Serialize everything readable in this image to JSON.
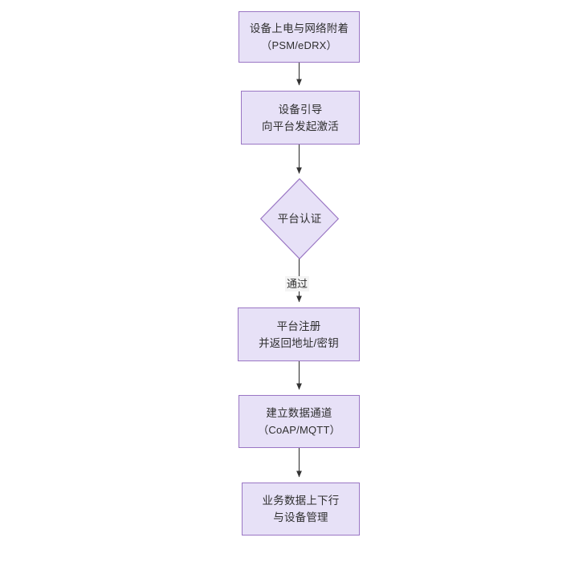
{
  "diagram": {
    "type": "flowchart",
    "orientation": "top-to-bottom",
    "background": "#ffffff",
    "node_fill": "#e7e1f7",
    "node_stroke": "#9a76c4",
    "text_color": "#2f2f2f",
    "edge_color": "#333333",
    "nodes": [
      {
        "id": "n1",
        "shape": "rectangle",
        "line1": "设备上电与网络附着",
        "line2": "（PSM/eDRX）"
      },
      {
        "id": "n2",
        "shape": "rectangle",
        "line1": "设备引导",
        "line2": "向平台发起激活"
      },
      {
        "id": "n3",
        "shape": "diamond",
        "line1": "平台认证",
        "line2": ""
      },
      {
        "id": "n4",
        "shape": "rectangle",
        "line1": "平台注册",
        "line2": "并返回地址/密钥"
      },
      {
        "id": "n5",
        "shape": "rectangle",
        "line1": "建立数据通道",
        "line2": "（CoAP/MQTT）"
      },
      {
        "id": "n6",
        "shape": "rectangle",
        "line1": "业务数据上下行",
        "line2": "与设备管理"
      }
    ],
    "edges": [
      {
        "id": "e1",
        "from": "n1",
        "to": "n2",
        "label": ""
      },
      {
        "id": "e2",
        "from": "n2",
        "to": "n3",
        "label": ""
      },
      {
        "id": "e3",
        "from": "n3",
        "to": "n4",
        "label": "通过"
      },
      {
        "id": "e4",
        "from": "n4",
        "to": "n5",
        "label": ""
      },
      {
        "id": "e5",
        "from": "n5",
        "to": "n6",
        "label": ""
      }
    ]
  }
}
